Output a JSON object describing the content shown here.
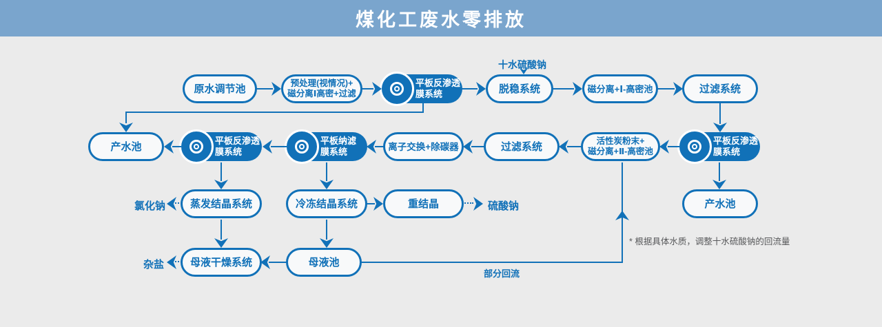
{
  "title": "煤化工废水零排放",
  "colors": {
    "banner": "#7aa5cd",
    "accent": "#1171b8",
    "background": "#ebebeb"
  },
  "diagram": {
    "nodes": {
      "raw_water_tank": "原水调节池",
      "pretreatment_l1": "预处理(视情况)+",
      "pretreatment_l2": "磁分离Ⅰ高密+过滤",
      "flat_ro_l1": "平板反渗透",
      "flat_ro_l2": "膜系统",
      "destabilization": "脱稳系统",
      "mag_sep_1": "磁分离+Ⅰ-高密池",
      "filter_1": "过滤系统",
      "product_tank_left": "产水池",
      "flat_nf_l1": "平板纳滤",
      "flat_nf_l2": "膜系统",
      "ion_exchange": "离子交换+除碳器",
      "filter_2": "过滤系统",
      "activated_carbon_l1": "活性炭粉末+",
      "activated_carbon_l2": "磁分离+Ⅱ-高密池",
      "product_tank_right": "产水池",
      "evap_crystallizer": "蒸发结晶系统",
      "freeze_crystallizer": "冷冻结晶系统",
      "recrystallizer": "重结晶",
      "mother_liquor_dryer": "母液干燥系统",
      "mother_liquor_tank": "母液池"
    },
    "labels": {
      "sodium_sulfate_decahydrate": "十水硫酸钠",
      "sodium_chloride": "氯化钠",
      "sodium_sulfate": "硫酸钠",
      "mixed_salt": "杂盐",
      "partial_reflux": "部分回流",
      "note": "* 根据具体水质，调整十水硫酸钠的回流量"
    },
    "icon": "concentric-disc"
  }
}
